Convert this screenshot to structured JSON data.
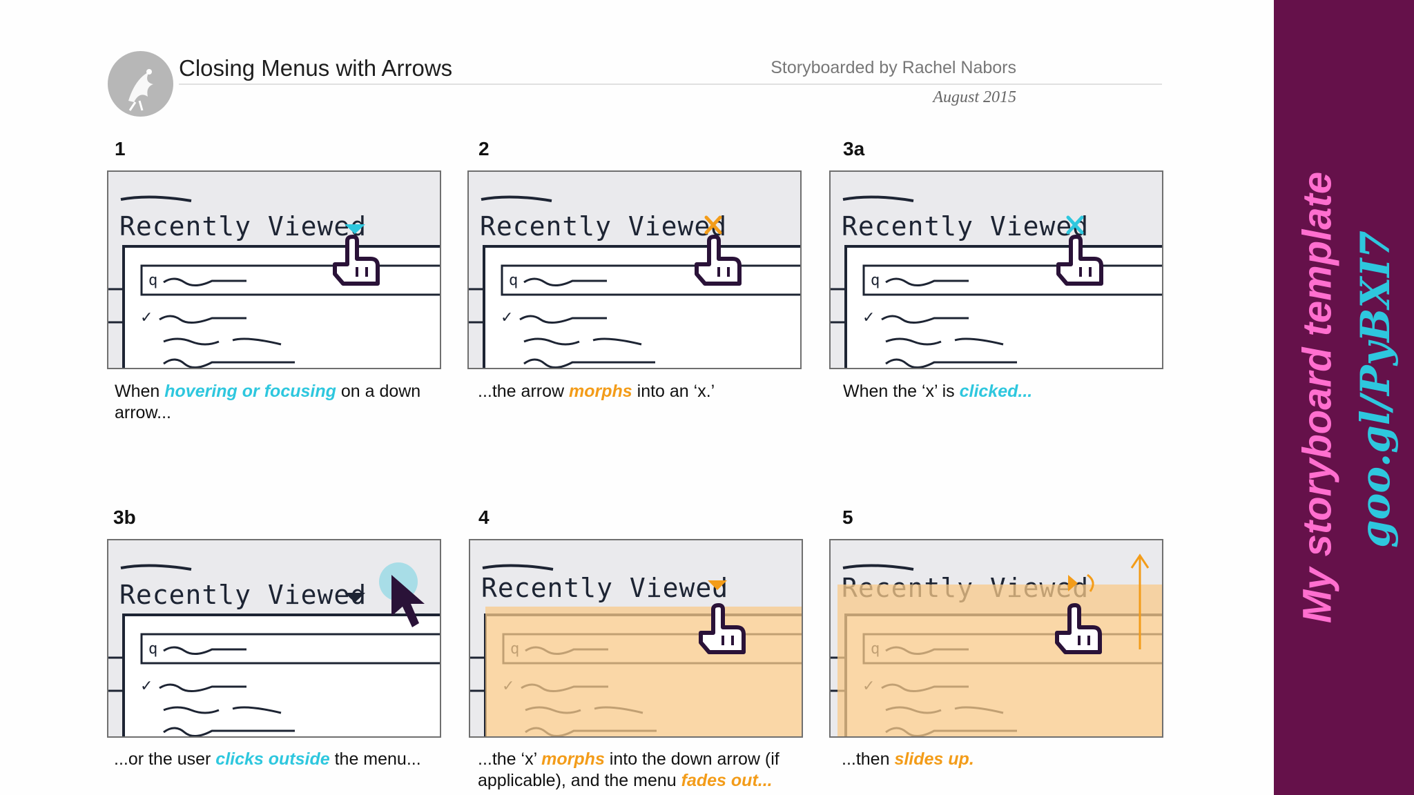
{
  "header": {
    "title": "Closing Menus with Arrows",
    "byline": "Storyboarded by Rachel Nabors",
    "date": "August 2015",
    "logo_icon": "bird-logo-icon"
  },
  "panel_art": {
    "menu_label": "Recently Viewed"
  },
  "frames": [
    {
      "number": "1",
      "caption": [
        {
          "t": "When "
        },
        {
          "t": "hovering or focusing",
          "s": "c"
        },
        {
          "t": " on a down arrow..."
        }
      ]
    },
    {
      "number": "2",
      "caption": [
        {
          "t": "...the arrow "
        },
        {
          "t": "morphs",
          "s": "o"
        },
        {
          "t": " into an ‘x.’"
        }
      ]
    },
    {
      "number": "3a",
      "caption": [
        {
          "t": "When the ‘x’ is "
        },
        {
          "t": "clicked...",
          "s": "c"
        }
      ]
    },
    {
      "number": "3b",
      "caption": [
        {
          "t": "...or the user "
        },
        {
          "t": "clicks outside",
          "s": "c"
        },
        {
          "t": " the menu..."
        }
      ]
    },
    {
      "number": "4",
      "caption": [
        {
          "t": "...the ‘x’ "
        },
        {
          "t": "morphs",
          "s": "o"
        },
        {
          "t": " into the down arrow (if applicable), and the menu "
        },
        {
          "t": "fades out...",
          "s": "o"
        }
      ]
    },
    {
      "number": "5",
      "caption": [
        {
          "t": "...then "
        },
        {
          "t": "slides up.",
          "s": "o"
        }
      ]
    }
  ],
  "sidebar": {
    "line1": "My storyboard template",
    "line2": "goo.gl/PyBXI7"
  },
  "colors": {
    "cyan": "#2ec7de",
    "orange": "#f39c19",
    "pink": "#ff6fcf",
    "plum": "#65114a"
  }
}
